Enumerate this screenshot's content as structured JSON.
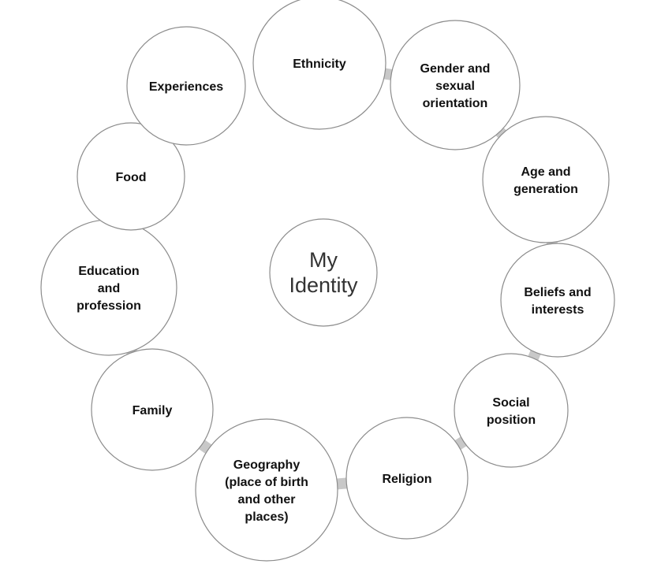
{
  "diagram": {
    "center": {
      "label_lines": [
        "My",
        "Identity"
      ]
    },
    "nodes": [
      {
        "id": "ethnicity",
        "label_lines": [
          "Ethnicity"
        ]
      },
      {
        "id": "gender-and-sexual-orientation",
        "label_lines": [
          "Gender and",
          "sexual",
          "orientation"
        ]
      },
      {
        "id": "age-and-generation",
        "label_lines": [
          "Age and",
          "generation"
        ]
      },
      {
        "id": "beliefs-and-interests",
        "label_lines": [
          "Beliefs and",
          "interests"
        ]
      },
      {
        "id": "social-position",
        "label_lines": [
          "Social",
          "position"
        ]
      },
      {
        "id": "religion",
        "label_lines": [
          "Religion"
        ]
      },
      {
        "id": "geography",
        "label_lines": [
          "Geography",
          "(place of birth",
          "and other",
          "places)"
        ]
      },
      {
        "id": "family",
        "label_lines": [
          "Family"
        ]
      },
      {
        "id": "education-and-profession",
        "label_lines": [
          "Education",
          "and",
          "profession"
        ]
      },
      {
        "id": "food",
        "label_lines": [
          "Food"
        ]
      },
      {
        "id": "experiences",
        "label_lines": [
          "Experiences"
        ]
      }
    ],
    "colors": {
      "circle_fill": "#ffffff",
      "circle_stroke": "#8c8c8c",
      "connector": "#c8c8c8",
      "node_text": "#111111",
      "center_text": "#333333"
    }
  }
}
